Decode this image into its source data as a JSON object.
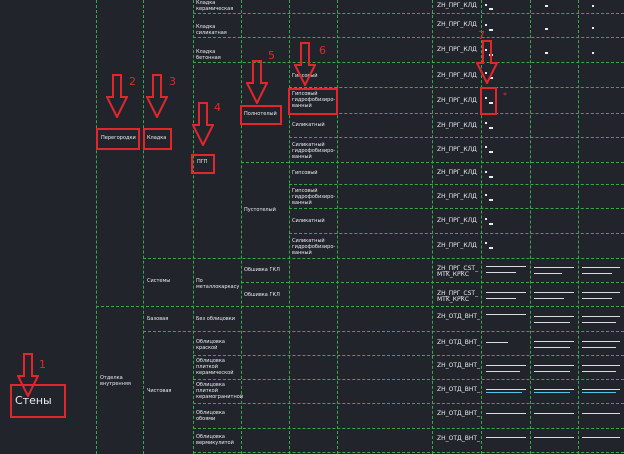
{
  "accent_color": "#e3262c",
  "grid_color": "#3aa84a",
  "labels": {
    "walls": "Стены",
    "partitions": "Перегородки",
    "masonry": "Кладка",
    "pgp": "ПГП",
    "full_body": "Полнотелый",
    "hollow": "Пустотелый",
    "systems": "Системы",
    "on_metal_frame": "По\nметаллокаркасу",
    "gkl_lining_1": "Обшивка ГКЛ",
    "gkl_lining_2": "Обшивка ГКЛ",
    "interior_finish": "Отделка\nвнутренняя",
    "base": "Базовая",
    "no_lining": "Без облицовки",
    "finish": "Чистовая",
    "masonry_ceramic": "Кладка\nкерамическая",
    "masonry_silicate": "Кладка\nсиликатная",
    "masonry_concrete": "Кладка\nбетонная",
    "gypsum_1": "Гипсовый",
    "gypsum_hydro_1": "Гипсовый\nгидрофобизиро-\nванный",
    "silicate_1": "Силикатный",
    "silicate_hydro_1": "Силикатный\nгидрофобизиро-\nванный",
    "gypsum_2": "Гипсовый",
    "gypsum_hydro_2": "Гипсовый\nгидрофобизиро-\nванный",
    "silicate_2": "Силикатный",
    "silicate_hydro_2": "Силикатный\nгидрофобизиро-\nванный",
    "lining_paint": "Облицовка\nкраской",
    "lining_ceramic_tile": "Облицовка\nплиткой\nкерамической",
    "lining_porcelain_tile": "Облицовка\nплиткой\nкерамогранитной",
    "lining_wallpaper": "Облицовка\nобоями",
    "lining_vermiculite": "Облицовка\nвермикулитой"
  },
  "codes": [
    "ZH_ПРГ_КЛД",
    "ZH_ПРГ_КЛД",
    "ZH_ПРГ_КЛД",
    "ZH_ПРГ_КЛД",
    "ZH_ПРГ_КЛД",
    "ZH_ПРГ_КЛД",
    "ZH_ПРГ_КЛД",
    "ZH_ПРГ_КЛД",
    "ZH_ПРГ_КЛД",
    "ZH_ПРГ_КЛД",
    "ZH_ПРГ_КЛД",
    "ZH_ПРГ_СST_\nMTK_КРКС",
    "ZH_ПРГ_СST_\nMTK_КРКС",
    "ZH_ОТД_ВНТ_",
    "ZH_ОТД_ВНТ_",
    "ZH_ОТД_ВНТ_",
    "ZH_ОТД_ВНТ_",
    "ZH_ОТД_ВНТ_",
    "ZH_ОТД_ВНТ_"
  ],
  "markers": [
    "1",
    "2",
    "3",
    "4",
    "5",
    "6",
    "7"
  ],
  "asterisk": "*"
}
